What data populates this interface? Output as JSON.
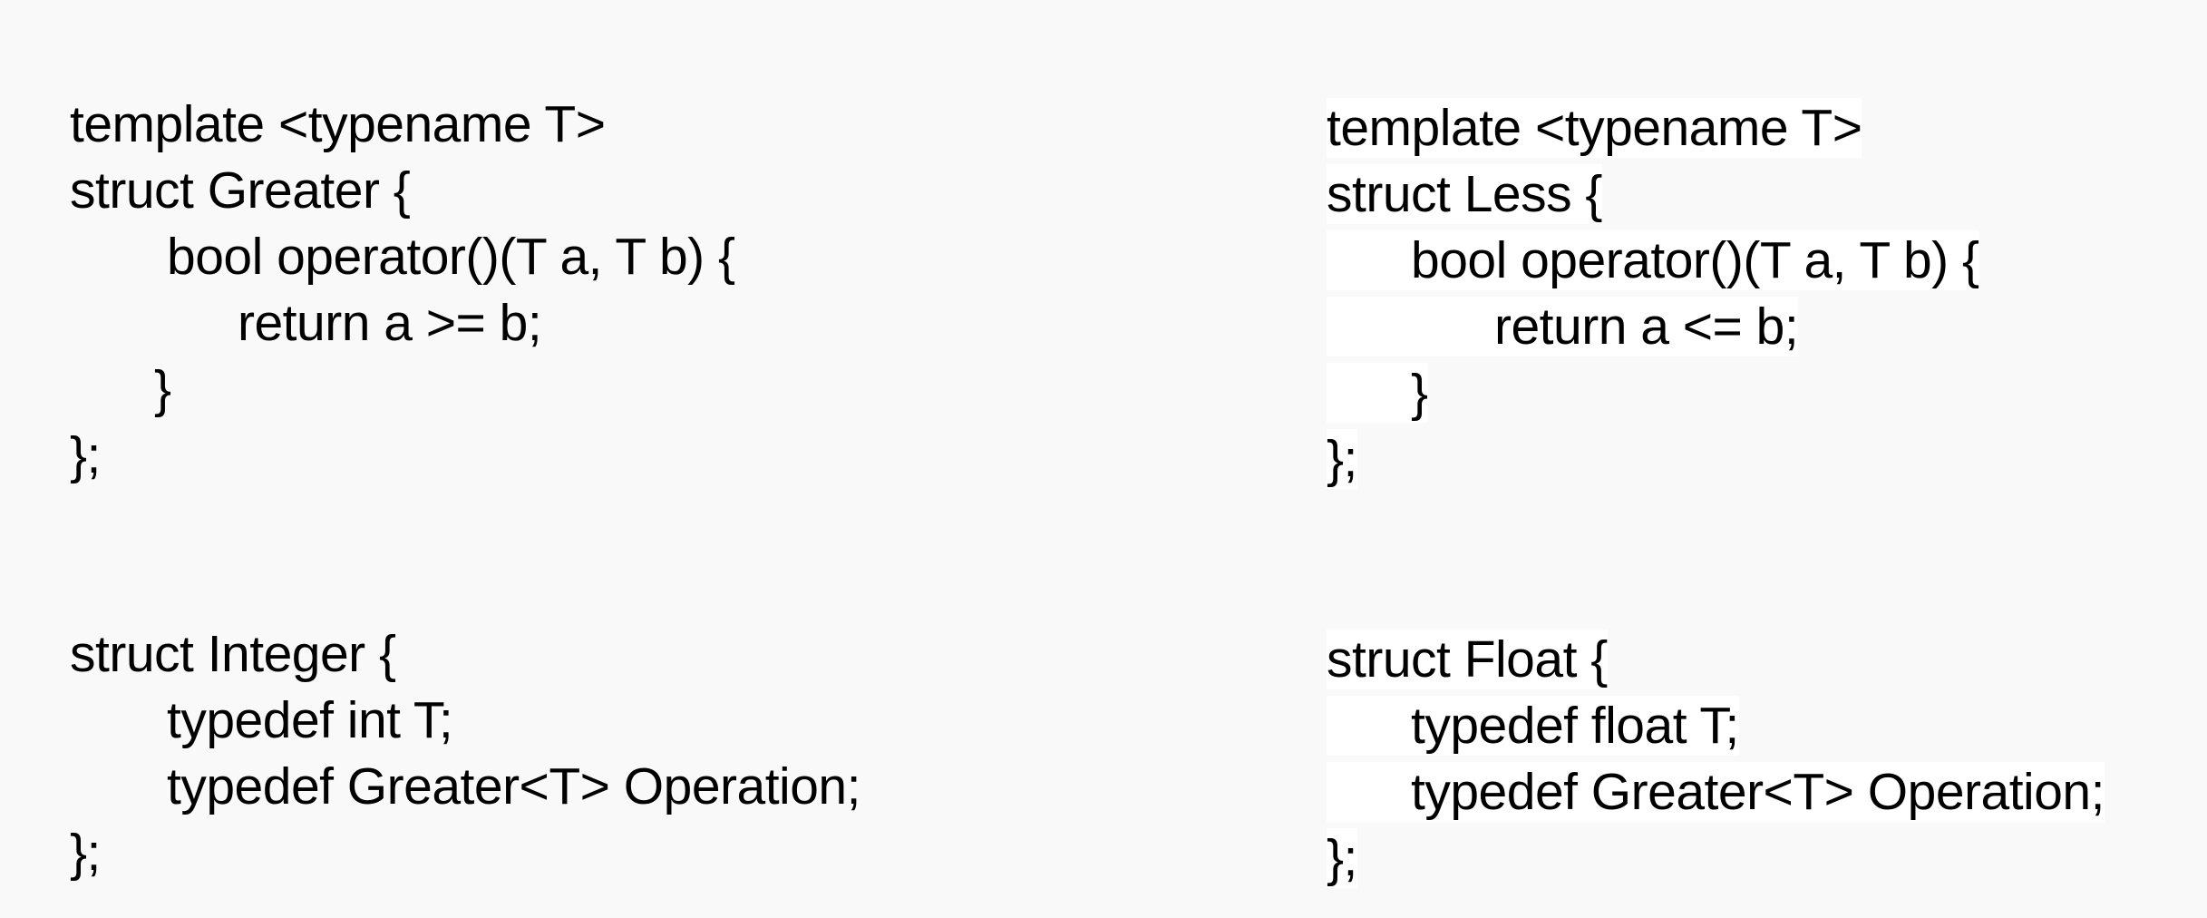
{
  "greater_block": {
    "lines": [
      "template <typename T>",
      "struct Greater {",
      "bool operator()(T a, T b) {",
      "return a >= b;",
      "}",
      "};"
    ]
  },
  "integer_block": {
    "lines": [
      "struct Integer {",
      "typedef int T;",
      "typedef Greater<T> Operation;",
      "};"
    ]
  },
  "less_block": {
    "lines": [
      "template <typename T>",
      "struct Less {",
      "bool operator()(T a, T b) {",
      "return a <= b;",
      "}",
      "};"
    ]
  },
  "float_block": {
    "lines": [
      "struct Float {",
      "typedef float T;",
      "typedef Greater<T> Operation;",
      "};"
    ]
  },
  "colors": {
    "background": "#f9f9f9",
    "highlight": "#ffffff",
    "text": "#000000"
  }
}
